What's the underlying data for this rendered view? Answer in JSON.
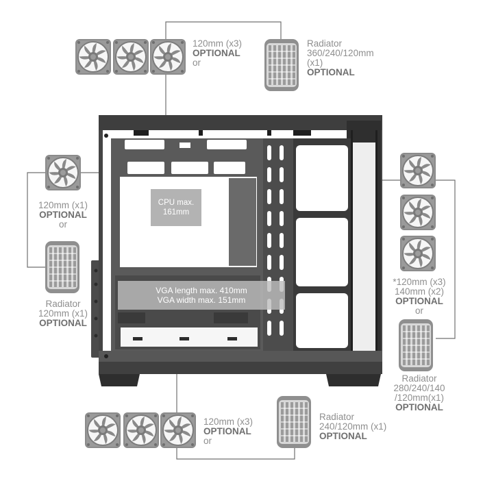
{
  "colors": {
    "chassis_dark": "#3a3a3a",
    "chassis_mid": "#555555",
    "connector_line": "#6e6e6e",
    "label_text": "#8e8e8e",
    "label_bold": "#6f6f6f",
    "fan_gray": "#8a8a8a"
  },
  "icons": [
    "fan-icon",
    "radiator-icon"
  ],
  "top": {
    "fans": {
      "line1": "120mm (x3)",
      "line2": "OPTIONAL",
      "line3": "or"
    },
    "radiator": {
      "title": "Radiator",
      "size": "360/240/120mm",
      "count": "(x1)",
      "opt": "OPTIONAL"
    }
  },
  "left": {
    "fan": {
      "line1": "120mm (x1)",
      "line2": "OPTIONAL",
      "line3": "or"
    },
    "radiator": {
      "title": "Radiator",
      "size": "120mm (x1)",
      "opt": "OPTIONAL"
    }
  },
  "right": {
    "fans": {
      "line1": "*120mm (x3)",
      "line2": "140mm (x2)",
      "line3": "OPTIONAL",
      "line4": "or"
    },
    "radiator": {
      "title": "Radiator",
      "size": "280/240/140",
      "size2": "/120mm(x1)",
      "opt": "OPTIONAL"
    }
  },
  "bottom": {
    "fans": {
      "line1": "120mm (x3)",
      "line2": "OPTIONAL",
      "line3": "or"
    },
    "radiator": {
      "title": "Radiator",
      "size": "240/120mm (x1)",
      "opt": "OPTIONAL"
    }
  },
  "case": {
    "cpu_line1": "CPU max.",
    "cpu_line2": "161mm",
    "vga_line1": "VGA length max. 410mm",
    "vga_line2": "VGA width max. 151mm"
  }
}
